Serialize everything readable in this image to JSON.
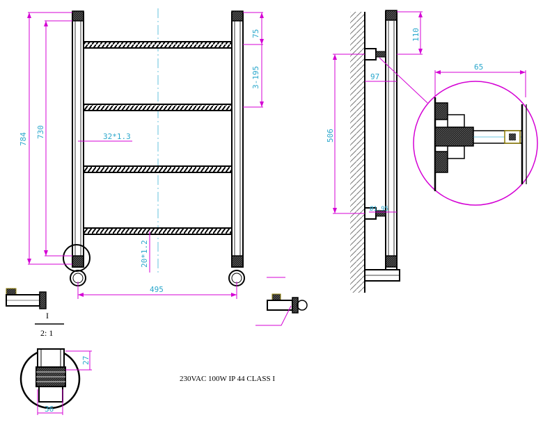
{
  "colors": {
    "dimension_line": "#d400d4",
    "dimension_text": "#2aa7cc",
    "centerline": "#3fb4d6",
    "outline": "#000000"
  },
  "front_view": {
    "overall_height": "784",
    "inner_height": "730",
    "top_offset": "75",
    "bar_pitch": "3-195",
    "bar_spec": "32*1.3",
    "rail_spec": "20*1.2",
    "overall_width": "495"
  },
  "side_view": {
    "top_offset": "110",
    "bracket_offset": "97",
    "bracket_spacing": "506",
    "bracket_dia": "Ø1.95",
    "detail_width": "65"
  },
  "detail": {
    "label": "I",
    "scale": "2: 1",
    "height": "27",
    "width": "36"
  },
  "note": "230VAC 100W IP 44 CLASS I"
}
